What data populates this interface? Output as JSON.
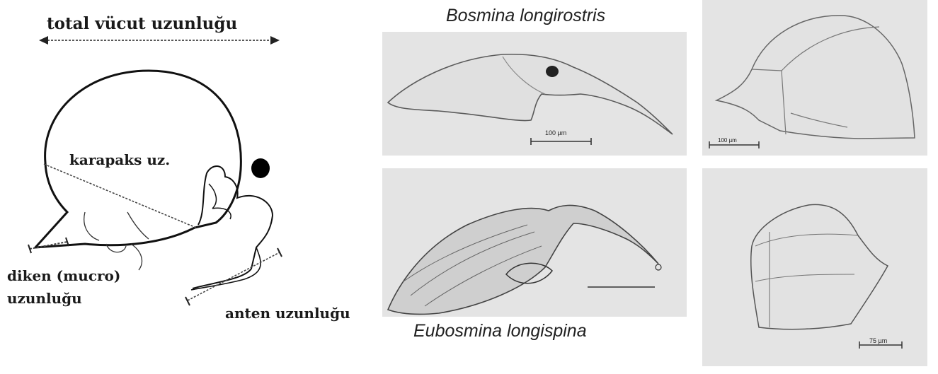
{
  "diagram": {
    "total_length_label": "total vücut uzunluğu",
    "carapace_label": "karapaks uz.",
    "mucro_label_line1": "diken (mucro)",
    "mucro_label_line2": "uzunluğu",
    "antenna_label": "anten uzunluğu"
  },
  "photos": {
    "top_species": "Bosmina longirostris",
    "bottom_species": "Eubosmina longispina",
    "top_left_scale": "100 µm",
    "top_right_scale": "100 µm",
    "bottom_right_scale": "75 µm"
  }
}
